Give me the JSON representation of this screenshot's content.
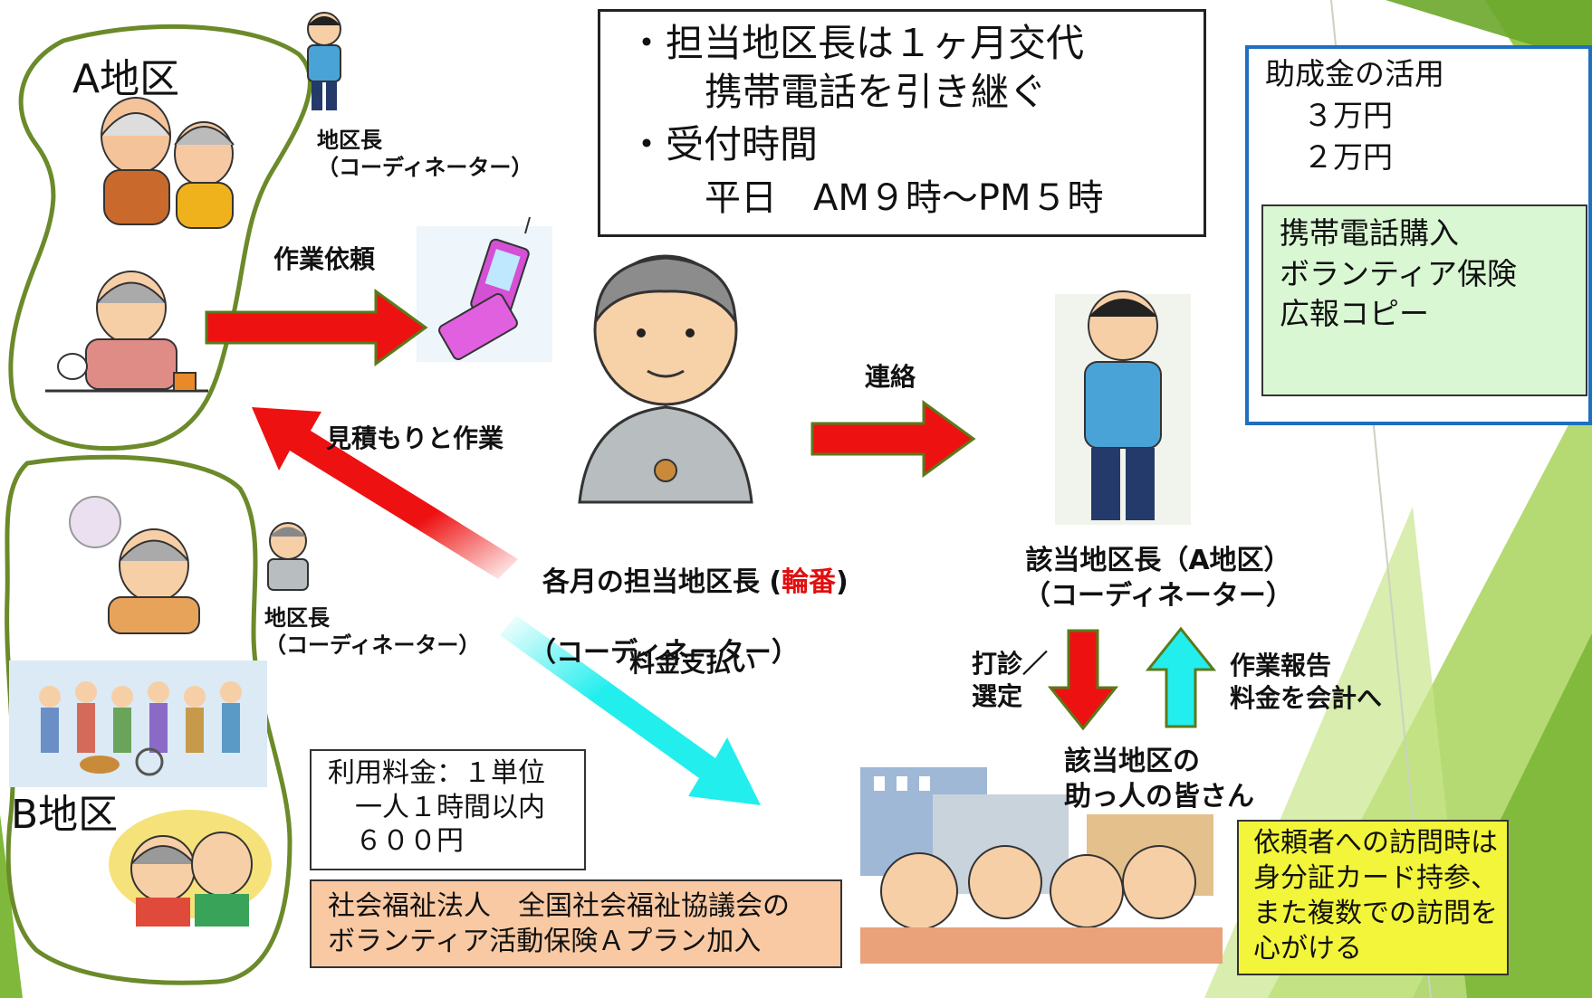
{
  "colors": {
    "arrow_red": "#ee1111",
    "arrow_cyan": "#22eeee",
    "region_border": "#6b8a2a",
    "green_panel": "#8dc43c",
    "note_green_box": "#d9f7d3",
    "yellow_box": "#f2f53a",
    "salmon_box": "#f9c9a3",
    "blue_border": "#1f6fbf"
  },
  "regions": {
    "a_label": "A地区",
    "b_label": "B地区"
  },
  "leaders": {
    "a_leader_label": "地区長\n（コーディネーター）",
    "b_leader_label": "地区長\n（コーディネーター）"
  },
  "info_box": {
    "line1": "・担当地区長は１ヶ月交代",
    "line2": "携帯電話を引き継ぐ",
    "line3": "・受付時間",
    "line4": "平日　AM９時〜PM５時"
  },
  "subsidy": {
    "title": "助成金の活用",
    "amount1": "３万円",
    "amount2": "２万円",
    "uses": "携帯電話購入\nボランティア保険\n広報コピー"
  },
  "flow": {
    "request": "作業依頼",
    "estimate": "見積もりと作業",
    "contact": "連絡",
    "payment": "料金支払い",
    "sound_out": "打診／\n選定",
    "report": "作業報告\n料金を会計へ"
  },
  "roles": {
    "monthly_leader_prefix": "各月の担当地区長 (",
    "monthly_leader_rotation": "輪番",
    "monthly_leader_suffix": ")",
    "monthly_leader_sub": "（コーディネーター）",
    "target_leader": "該当地区長（A地区）\n（コーディネーター）",
    "helpers": "該当地区の\n助っ人の皆さん"
  },
  "fee_box": "利用料金：１単位\n　一人１時間以内\n　６００円",
  "insurance_box": "社会福祉法人　全国社会福祉協議会の\nボランティア活動保険Ａプラン加入",
  "visit_note": "依頼者への訪問時は\n身分証カード持参、\nまた複数での訪問を\n心がける"
}
